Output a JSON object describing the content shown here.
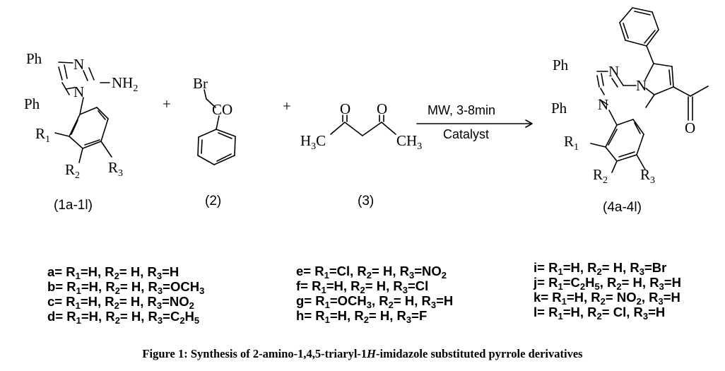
{
  "scheme": {
    "reactant1": {
      "ph_top": "Ph",
      "ph_bottom": "Ph",
      "n_top": "N",
      "n_ring": "N",
      "nh2": "NH",
      "nh2_sub": "2",
      "r1": "R",
      "r1_sub": "1",
      "r2": "R",
      "r2_sub": "2",
      "r3": "R",
      "r3_sub": "3",
      "label": "(1a-1l)"
    },
    "plus1": "+",
    "reactant2": {
      "br": "Br",
      "co": "CO",
      "label": "(2)"
    },
    "plus2": "+",
    "reactant3": {
      "o1": "O",
      "o2": "O",
      "h3c": "H",
      "h3c_sub": "3",
      "h3c_c": "C",
      "ch3": "CH",
      "ch3_sub": "3",
      "label": "(3)"
    },
    "arrow": {
      "top": "MW, 3-8min",
      "bottom": "Catalyst"
    },
    "product": {
      "ph_top": "Ph",
      "ph_bottom": "Ph",
      "n_top": "N",
      "n_ring": "N",
      "n_pyrrole": "N",
      "o": "O",
      "r1": "R",
      "r1_sub": "1",
      "r2": "R",
      "r2_sub": "2",
      "r3": "R",
      "r3_sub": "3",
      "label": "(4a-4l)"
    }
  },
  "substituents": {
    "col1": [
      {
        "id": "a",
        "r1": "H",
        "r2": "H",
        "r3": "H"
      },
      {
        "id": "b",
        "r1": "H",
        "r2": "H",
        "r3": "OCH",
        "r3_sub": "3"
      },
      {
        "id": "c",
        "r1": "H",
        "r2": "H",
        "r3": "NO",
        "r3_sub": "2"
      },
      {
        "id": "d",
        "r1": "H",
        "r2": "H",
        "r3": "C",
        "r3_sub": "2",
        "r3_tail": "H",
        "r3_sub2": "5"
      }
    ],
    "col2": [
      {
        "id": "e",
        "r1": "Cl",
        "r2": "H",
        "r3": "NO",
        "r3_sub": "2"
      },
      {
        "id": "f",
        "r1": "H",
        "r2": "H",
        "r3": "Cl"
      },
      {
        "id": "g",
        "r1": "OCH",
        "r1_sub": "3",
        "r2": "H",
        "r3": "H"
      },
      {
        "id": "h",
        "r1": "H",
        "r2": "H",
        "r3": "F"
      }
    ],
    "col3": [
      {
        "id": "i",
        "r1": "H",
        "r2": "H",
        "r3": "Br"
      },
      {
        "id": "j",
        "r1": "C",
        "r1_sub": "2",
        "r1_tail": "H",
        "r1_sub2": "5",
        "r2": "H",
        "r3": "H"
      },
      {
        "id": "k",
        "r1": "H",
        "r2": "NO",
        "r2_sub": "2",
        "r3": "H"
      },
      {
        "id": "l",
        "r1": "H",
        "r2": "Cl",
        "r3": "H"
      }
    ]
  },
  "caption": {
    "prefix": "Figure 1: Synthesis of 2-amino-1,4,5-triaryl-1",
    "italic": "H",
    "suffix": "-imidazole substituted pyrrole derivatives"
  }
}
